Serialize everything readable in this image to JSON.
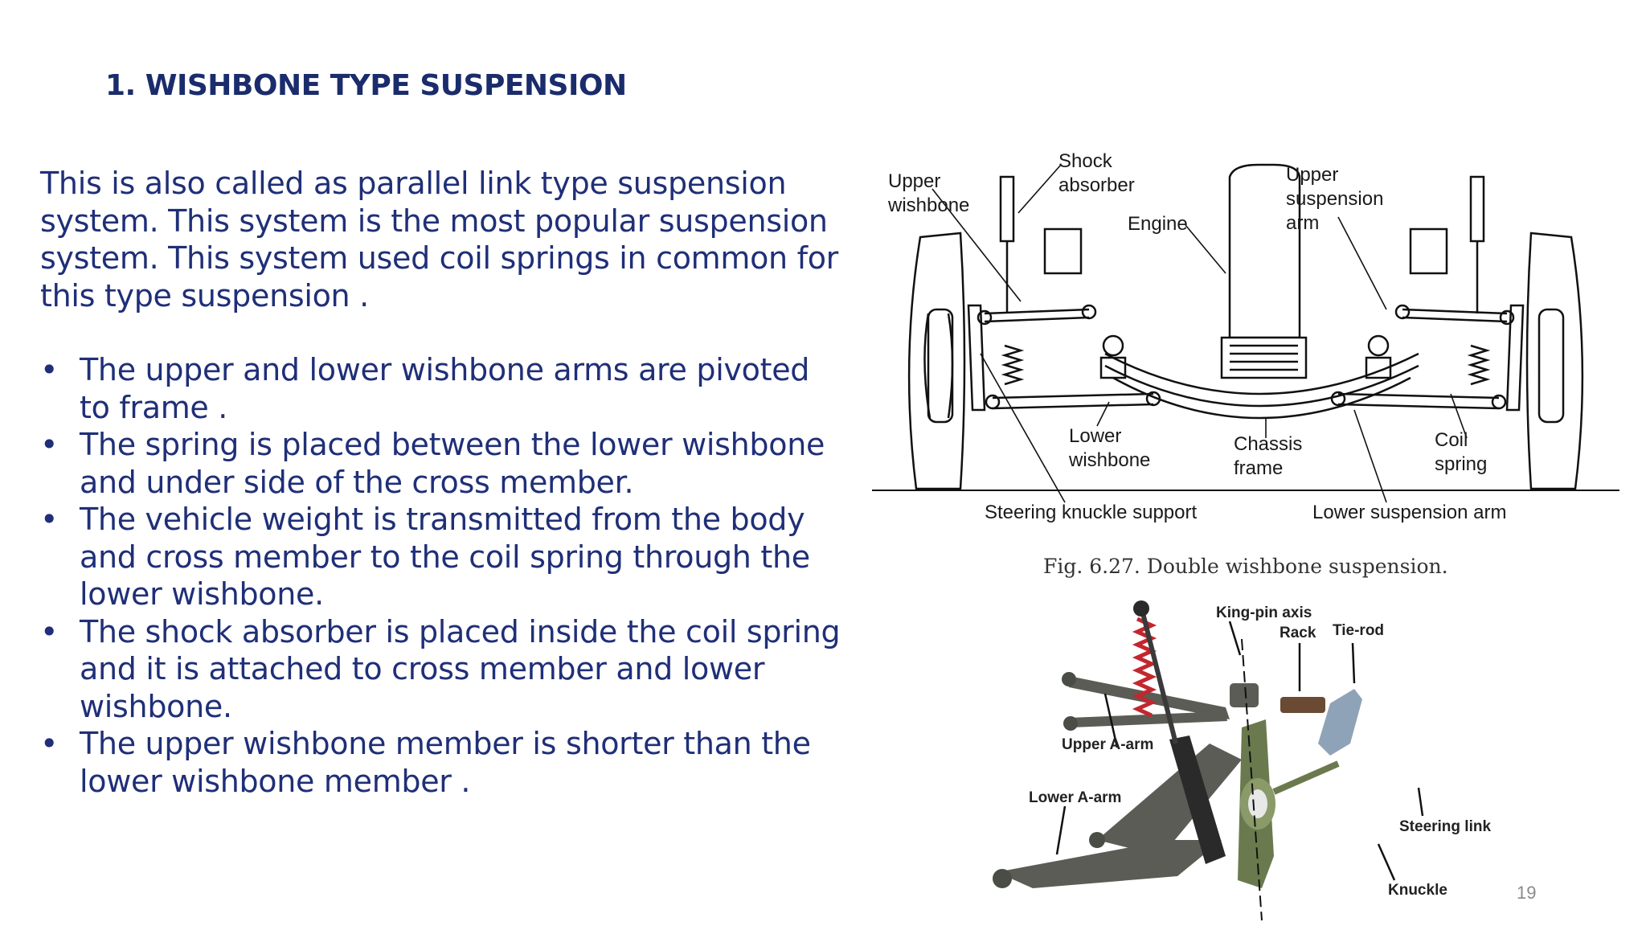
{
  "slide": {
    "title": "1. WISHBONE TYPE SUSPENSION",
    "intro": "This is also called as parallel link type suspension system. This system is the most popular suspension system. This system used coil springs in common for this type suspension .",
    "bullet_char": "•",
    "bullets": [
      "The upper and lower wishbone arms are pivoted to frame .",
      "The spring is placed between the lower wishbone and under side of the cross member.",
      "The vehicle weight is transmitted from the body and cross member to the coil spring through the lower wishbone.",
      "The shock absorber is placed inside the coil spring and it is attached to cross member and lower wishbone.",
      "The upper wishbone member is shorter than the lower wishbone member ."
    ],
    "page_number": "19"
  },
  "figure1": {
    "labels": {
      "shock_line1": "Shock",
      "shock_line2": "absorber",
      "upper_wish_line1": "Upper",
      "upper_wish_line2": "wishbone",
      "engine": "Engine",
      "upper_susp_line1": "Upper",
      "upper_susp_line2": "suspension",
      "upper_susp_line3": "arm",
      "lower_wish_line1": "Lower",
      "lower_wish_line2": "wishbone",
      "chassis_line1": "Chassis",
      "chassis_line2": "frame",
      "coil_line1": "Coil",
      "coil_line2": "spring",
      "steering_knuckle": "Steering knuckle support",
      "lower_susp_arm": "Lower suspension arm"
    },
    "caption": "Fig. 6.27. Double wishbone suspension."
  },
  "figure2": {
    "labels": {
      "kingpin": "King-pin axis",
      "rack": "Rack",
      "tierod": "Tie-rod",
      "upper_aarm": "Upper A-arm",
      "lower_aarm": "Lower A-arm",
      "steering_link": "Steering link",
      "knuckle": "Knuckle"
    },
    "colors": {
      "arm": "#5a5c55",
      "spring": "#c4262e",
      "knuckle": "#6b7a4e",
      "tierod": "#8fa3b8",
      "rack": "#6b4a33"
    }
  }
}
